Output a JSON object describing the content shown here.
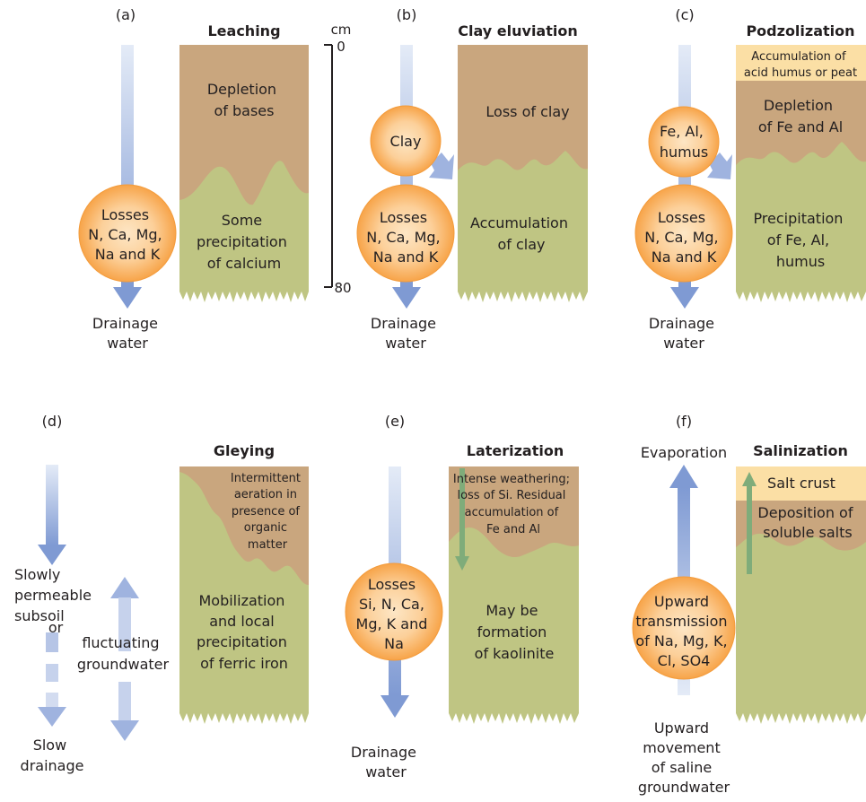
{
  "scale": {
    "unit": "cm",
    "top": "0",
    "bottom": "80"
  },
  "panels": {
    "a": {
      "letter": "(a)",
      "title": "Leaching",
      "upper": [
        "Depletion",
        "of bases"
      ],
      "lower": [
        "Some",
        "precipitation",
        "of calcium"
      ],
      "circle": [
        "Losses",
        "N, Ca, Mg,",
        "Na and K"
      ],
      "bottom": [
        "Drainage",
        "water"
      ]
    },
    "b": {
      "letter": "(b)",
      "title": "Clay eluviation",
      "upper": [
        "Loss of clay"
      ],
      "lower": [
        "Accumulation",
        "of clay"
      ],
      "small_circle": [
        "Clay"
      ],
      "circle": [
        "Losses",
        "N, Ca, Mg,",
        "Na and K"
      ],
      "bottom": [
        "Drainage",
        "water"
      ]
    },
    "c": {
      "letter": "(c)",
      "title": "Podzolization",
      "top_band": [
        "Accumulation of",
        "acid humus or peat"
      ],
      "upper": [
        "Depletion",
        "of Fe and Al"
      ],
      "lower": [
        "Precipitation",
        "of Fe, Al,",
        "humus"
      ],
      "small_circle": [
        "Fe, Al,",
        "humus"
      ],
      "circle": [
        "Losses",
        "N, Ca, Mg,",
        "Na and K"
      ],
      "bottom": [
        "Drainage",
        "water"
      ]
    },
    "d": {
      "letter": "(d)",
      "title": "Gleying",
      "upper": [
        "Intermittent",
        "aeration in",
        "presence of",
        "organic",
        "matter"
      ],
      "lower": [
        "Mobilization",
        "and local",
        "precipitation",
        "of ferric iron"
      ],
      "left_labels": [
        "Slowly",
        "permeable",
        "subsoil"
      ],
      "or_label": "or",
      "right_labels": [
        "fluctuating",
        "groundwater"
      ],
      "bottom": [
        "Slow",
        "drainage"
      ]
    },
    "e": {
      "letter": "(e)",
      "title": "Laterization",
      "upper": [
        "Intense weathering;",
        "loss of Si. Residual",
        "accumulation of",
        "Fe and Al"
      ],
      "lower": [
        "May be",
        "formation",
        "of kaolinite"
      ],
      "circle": [
        "Losses",
        "Si, N, Ca,",
        "Mg, K and",
        "Na"
      ],
      "bottom": [
        "Drainage",
        "water"
      ]
    },
    "f": {
      "letter": "(f)",
      "title": "Salinization",
      "top_label": "Evaporation",
      "top_band": [
        "Salt crust"
      ],
      "upper": [
        "Deposition of",
        "soluble salts"
      ],
      "circle": [
        "Upward",
        "transmission",
        "of Na, Mg, K,",
        "Cl, SO4"
      ],
      "bottom": [
        "Upward",
        "movement",
        "of saline",
        "groundwater"
      ]
    }
  },
  "colors": {
    "soil_brown": "#c9a67e",
    "soil_green": "#bfc583",
    "salt_crust": "#fbdfa5",
    "arrow_blue": "#7f9ad3",
    "circle_orange": "#f9ae5c",
    "uptake_green": "#7fac7a"
  }
}
